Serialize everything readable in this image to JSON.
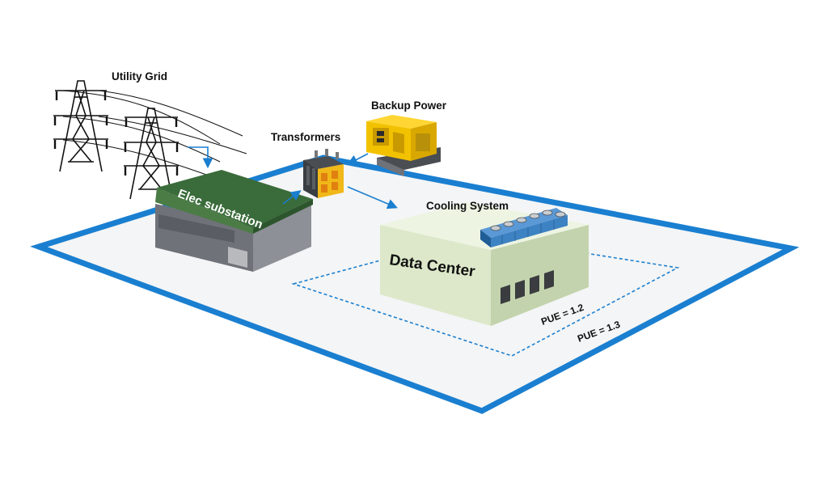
{
  "labels": {
    "utility_grid": "Utility Grid",
    "backup_power": "Backup Power",
    "transformers": "Transformers",
    "substation": "Elec substation",
    "cooling": "Cooling System",
    "data_center": "Data Center",
    "pue_inner": "PUE = 1.2",
    "pue_outer": "PUE = 1.3"
  },
  "colors": {
    "boundary": "#1a7fd0",
    "arrow": "#1a7fd0",
    "site_fill": "#f4f5f6",
    "roof_green": "#3a6b3a",
    "dc_wall": "#dce8c9",
    "generator": "#f2c200",
    "transformer": "#f0b818",
    "cooling_unit": "#3d82c2"
  },
  "icons": [
    "transmission-tower-icon",
    "backup-generator-icon",
    "transformer-icon",
    "cooling-fan-icon"
  ]
}
